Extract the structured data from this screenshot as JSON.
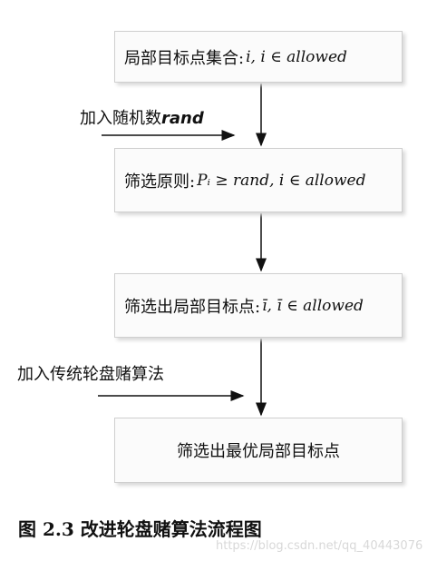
{
  "nodes": [
    {
      "label": "局部目标点集合:",
      "math": "i, i ∈ allowed"
    },
    {
      "label": "筛选原则:",
      "math": "Pᵢ ≥ rand, i ∈ allowed"
    },
    {
      "label": "筛选出局部目标点:",
      "math": "ī, ī ∈ allowed"
    },
    {
      "label": "筛选出最优局部目标点",
      "math": ""
    }
  ],
  "inputs": [
    {
      "label": "加入随机数",
      "emph": "rand"
    },
    {
      "label": "加入传统轮盘赌算法",
      "emph": ""
    }
  ],
  "caption": "图 2.3 改进轮盘赌算法流程图",
  "watermark": "https://blog.csdn.net/qq_40443076"
}
